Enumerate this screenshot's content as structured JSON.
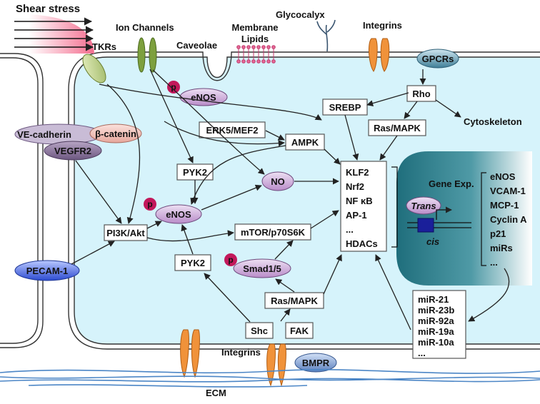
{
  "labels": {
    "shear_stress": "Shear stress",
    "ion_channels": "Ion Channels",
    "tkrs": "TKRs",
    "caveolae": "Caveolae",
    "membrane_lipids_1": "Membrane",
    "membrane_lipids_2": "Lipids",
    "glycocalyx": "Glycocalyx",
    "integrins_top": "Integrins",
    "gpcrs": "GPCRs",
    "p": "p",
    "enos_caveolae": "eNOS",
    "rho": "Rho",
    "srebp": "SREBP",
    "cytoskeleton": "Cytoskeleton",
    "ras_mapk_top": "Ras/MAPK",
    "ve_cadherin": "VE-cadherin",
    "beta_catenin": "β-catenin",
    "vegfr2": "VEGFR2",
    "erk5_mef2": "ERK5/MEF2",
    "ampk": "AMPK",
    "pyk2_top": "PYK2",
    "no": "NO",
    "enos_center": "eNOS",
    "pi3k_akt": "PI3K/Akt",
    "mtor": "mTOR/p70S6K",
    "pecam1": "PECAM-1",
    "pyk2_bottom": "PYK2",
    "smad": "Smad1/5",
    "ras_mapk_bottom": "Ras/MAPK",
    "shc": "Shc",
    "fak": "FAK",
    "integrins_bottom": "Integrins",
    "bmpr": "BMPR",
    "ecm": "ECM",
    "gene_exp": "Gene Exp.",
    "trans": "Trans",
    "cis": "cis"
  },
  "transcription_factors": [
    "KLF2",
    "Nrf2",
    "NF κB",
    "AP-1",
    "...",
    "HDACs"
  ],
  "target_genes": [
    "eNOS",
    "VCAM-1",
    "MCP-1",
    "Cyclin A",
    "p21",
    "miRs",
    "..."
  ],
  "mirnas": [
    "miR-21",
    "miR-23b",
    "miR-92a",
    "miR-19a",
    "miR-10a",
    "..."
  ],
  "colors": {
    "cell_fill": "#d6f3fb",
    "nucleus": "#2f7a86",
    "p_badge": "#c2185b",
    "ion_channel": "#7da03e",
    "integrin": "#f0923a",
    "pecam": "#3d5fd6",
    "gpcrs": "#4e8ea8",
    "bmpr": "#6a8dc8",
    "enos": "#c79ad1"
  }
}
